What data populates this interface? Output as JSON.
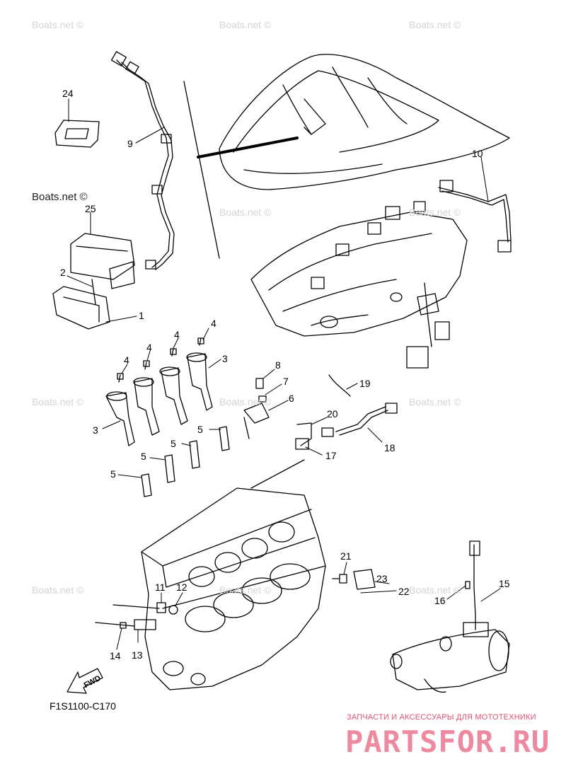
{
  "watermarks": [
    "Boats.net ©",
    "Boats.net ©",
    "Boats.net ©",
    "Boats.net ©",
    "Boats.net ©",
    "Boats.net ©",
    "Boats.net ©",
    "Boats.net ©",
    "Boats.net ©",
    "Boats.net ©",
    "Boats.net ©"
  ],
  "watermark_dark": "Boats.net ©",
  "callouts": {
    "c1": "1",
    "c2": "2",
    "c3a": "3",
    "c3b": "3",
    "c4a": "4",
    "c4b": "4",
    "c4c": "4",
    "c4d": "4",
    "c5a": "5",
    "c5b": "5",
    "c5c": "5",
    "c5d": "5",
    "c6": "6",
    "c7": "7",
    "c8": "8",
    "c9": "9",
    "c10": "10",
    "c11": "11",
    "c12": "12",
    "c13": "13",
    "c14": "14",
    "c15": "15",
    "c16": "16",
    "c17": "17",
    "c18": "18",
    "c19": "19",
    "c20": "20",
    "c21": "21",
    "c22": "22",
    "c23": "23",
    "c24": "24",
    "c25": "25"
  },
  "figure_code": "F1S1100-C170",
  "fwd_label": "FWD",
  "store_tagline": "ЗАПЧАСТИ И АКСЕССУАРЫ ДЛЯ МОТОТЕХНИКИ",
  "store_brand": "PARTSFOR.RU"
}
